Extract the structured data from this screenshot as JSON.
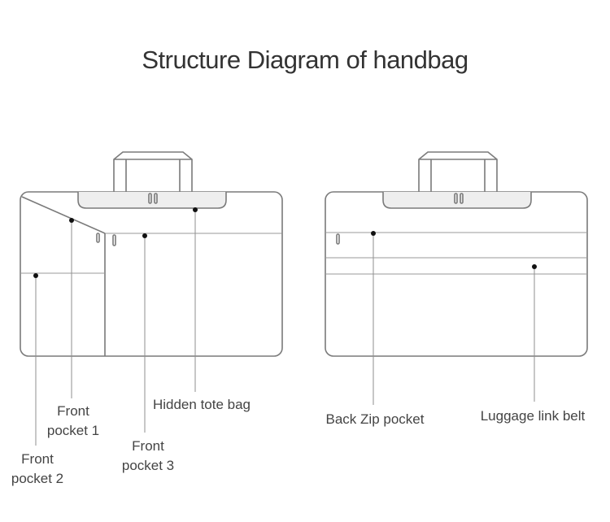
{
  "title": "Structure Diagram of handbag",
  "colors": {
    "outline": "#7a7a7a",
    "line": "#8f8f8f",
    "handle_fill": "#eeeeee",
    "text": "#444444",
    "dot": "#111111"
  },
  "front_view": {
    "labels": {
      "front_pocket_1": [
        "Front",
        "pocket 1"
      ],
      "front_pocket_2": [
        "Front",
        "pocket 2"
      ],
      "front_pocket_3": [
        "Front",
        "pocket 3"
      ],
      "hidden_tote_bag": "Hidden tote bag"
    }
  },
  "back_view": {
    "labels": {
      "back_zip_pocket": "Back Zip pocket",
      "luggage_link_belt": "Luggage link belt"
    }
  }
}
